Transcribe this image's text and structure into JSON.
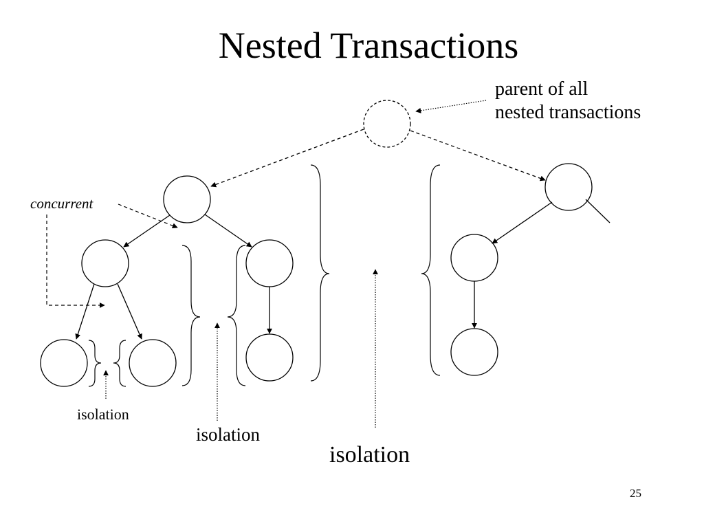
{
  "slide": {
    "title": "Nested Transactions",
    "page_number": "25"
  },
  "annotations": {
    "parent_note": {
      "line1": "parent of all",
      "line2": "nested transactions"
    },
    "concurrent": "concurrent",
    "isolation_small": "isolation",
    "isolation_medium": "isolation",
    "isolation_large": "isolation"
  },
  "colors": {
    "ink": "#000000",
    "background": "#ffffff"
  }
}
